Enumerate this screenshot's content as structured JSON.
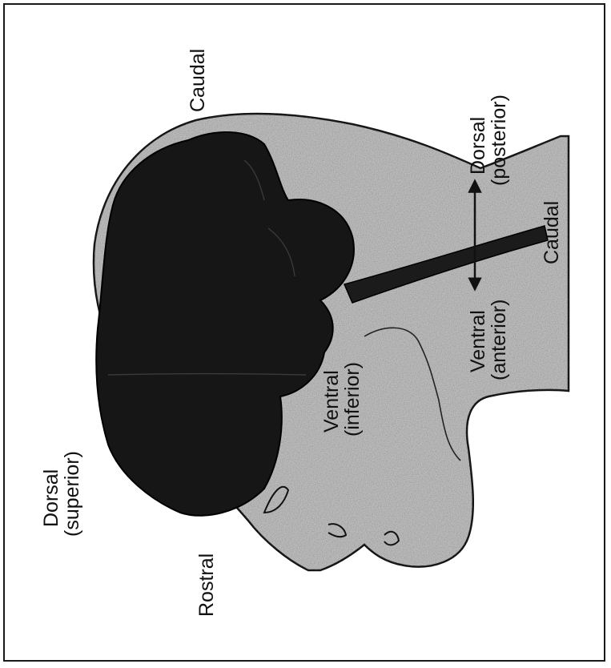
{
  "colors": {
    "skin": "#bdbdbd",
    "skin_light": "#d6d6d6",
    "brain": "#161616",
    "outline": "#111111",
    "background": "#ffffff"
  },
  "labels": {
    "caudal_top": "Caudal",
    "dorsal_superior_line1": "Dorsal",
    "dorsal_superior_line2": "(superior)",
    "rostral": "Rostral",
    "ventral_inferior_line1": "Ventral",
    "ventral_inferior_line2": "(inferior)",
    "dorsal_posterior_line1": "Dorsal",
    "dorsal_posterior_line2": "(posterior)",
    "ventral_anterior_line1": "Ventral",
    "ventral_anterior_line2": "(anterior)",
    "caudal_spinal": "Caudal"
  }
}
